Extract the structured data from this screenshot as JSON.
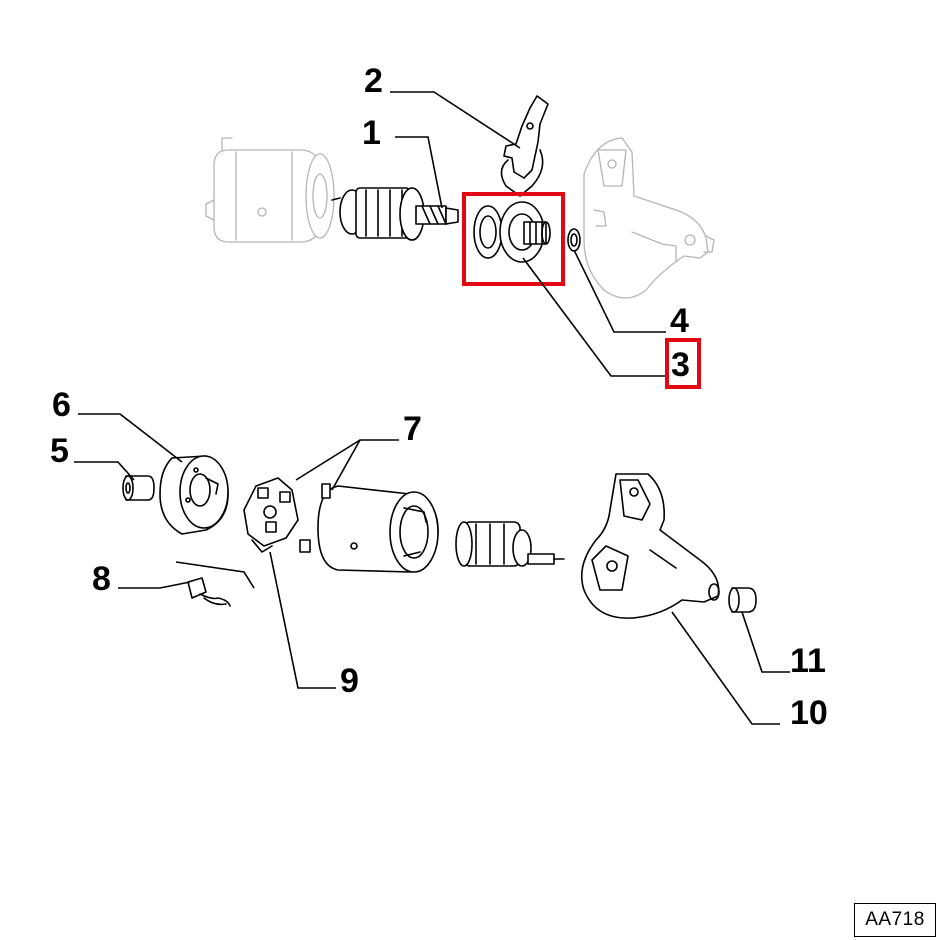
{
  "diagram": {
    "reference_code": "AA718",
    "highlight_color": "#e30613",
    "highlighted_part": "3",
    "callouts": {
      "p1": "1",
      "p2": "2",
      "p3": "3",
      "p4": "4",
      "p5": "5",
      "p6": "6",
      "p7": "7",
      "p8": "8",
      "p9": "9",
      "p10": "10",
      "p11": "11"
    }
  }
}
